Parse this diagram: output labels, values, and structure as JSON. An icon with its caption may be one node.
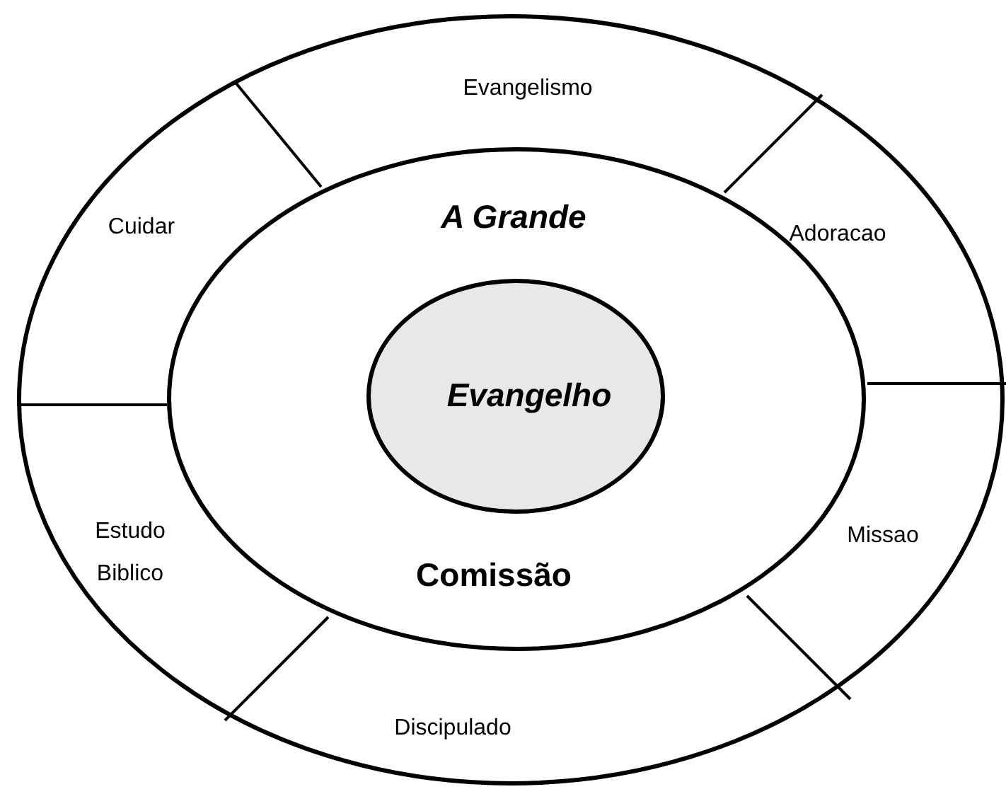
{
  "diagram": {
    "nodes": [
      {
        "text": [],
        "shape": "circle"
      },
      {
        "text": [
          "A Grande",
          "Comissão"
        ],
        "in": 0
      },
      {
        "text": [
          "Evangelho"
        ],
        "in": 1
      }
    ],
    "labels": [
      "Evangelismo",
      "Cuidar",
      "Adoracao",
      "Estudo Biblico",
      "Missao",
      "Discipulado"
    ]
  }
}
